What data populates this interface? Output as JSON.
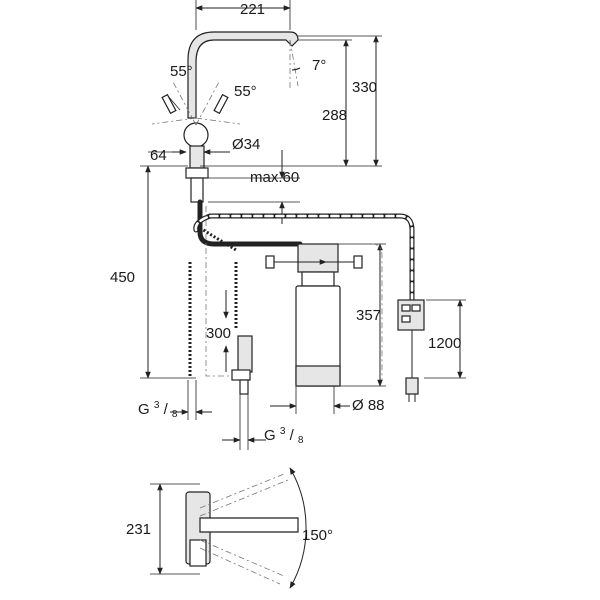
{
  "drawing": {
    "dimensions": {
      "spout_reach": "221",
      "height_total": "330",
      "height_spout": "288",
      "angle_lever_left": "55°",
      "angle_lever_right": "55°",
      "angle_spout_tilt": "7°",
      "base_offset": "64",
      "base_diameter": "Ø34",
      "max_thickness": "max.60",
      "hose_length": "450",
      "filter_height": "357",
      "side_offset": "300",
      "cable_length": "1200",
      "filter_diameter": "Ø 88",
      "thread_left_main": "G",
      "thread_left_num": "3",
      "thread_left_den": "8",
      "thread_right_main": "G",
      "thread_right_num": "3",
      "thread_right_den": "8",
      "swivel_depth": "231",
      "swivel_angle": "150°"
    }
  }
}
